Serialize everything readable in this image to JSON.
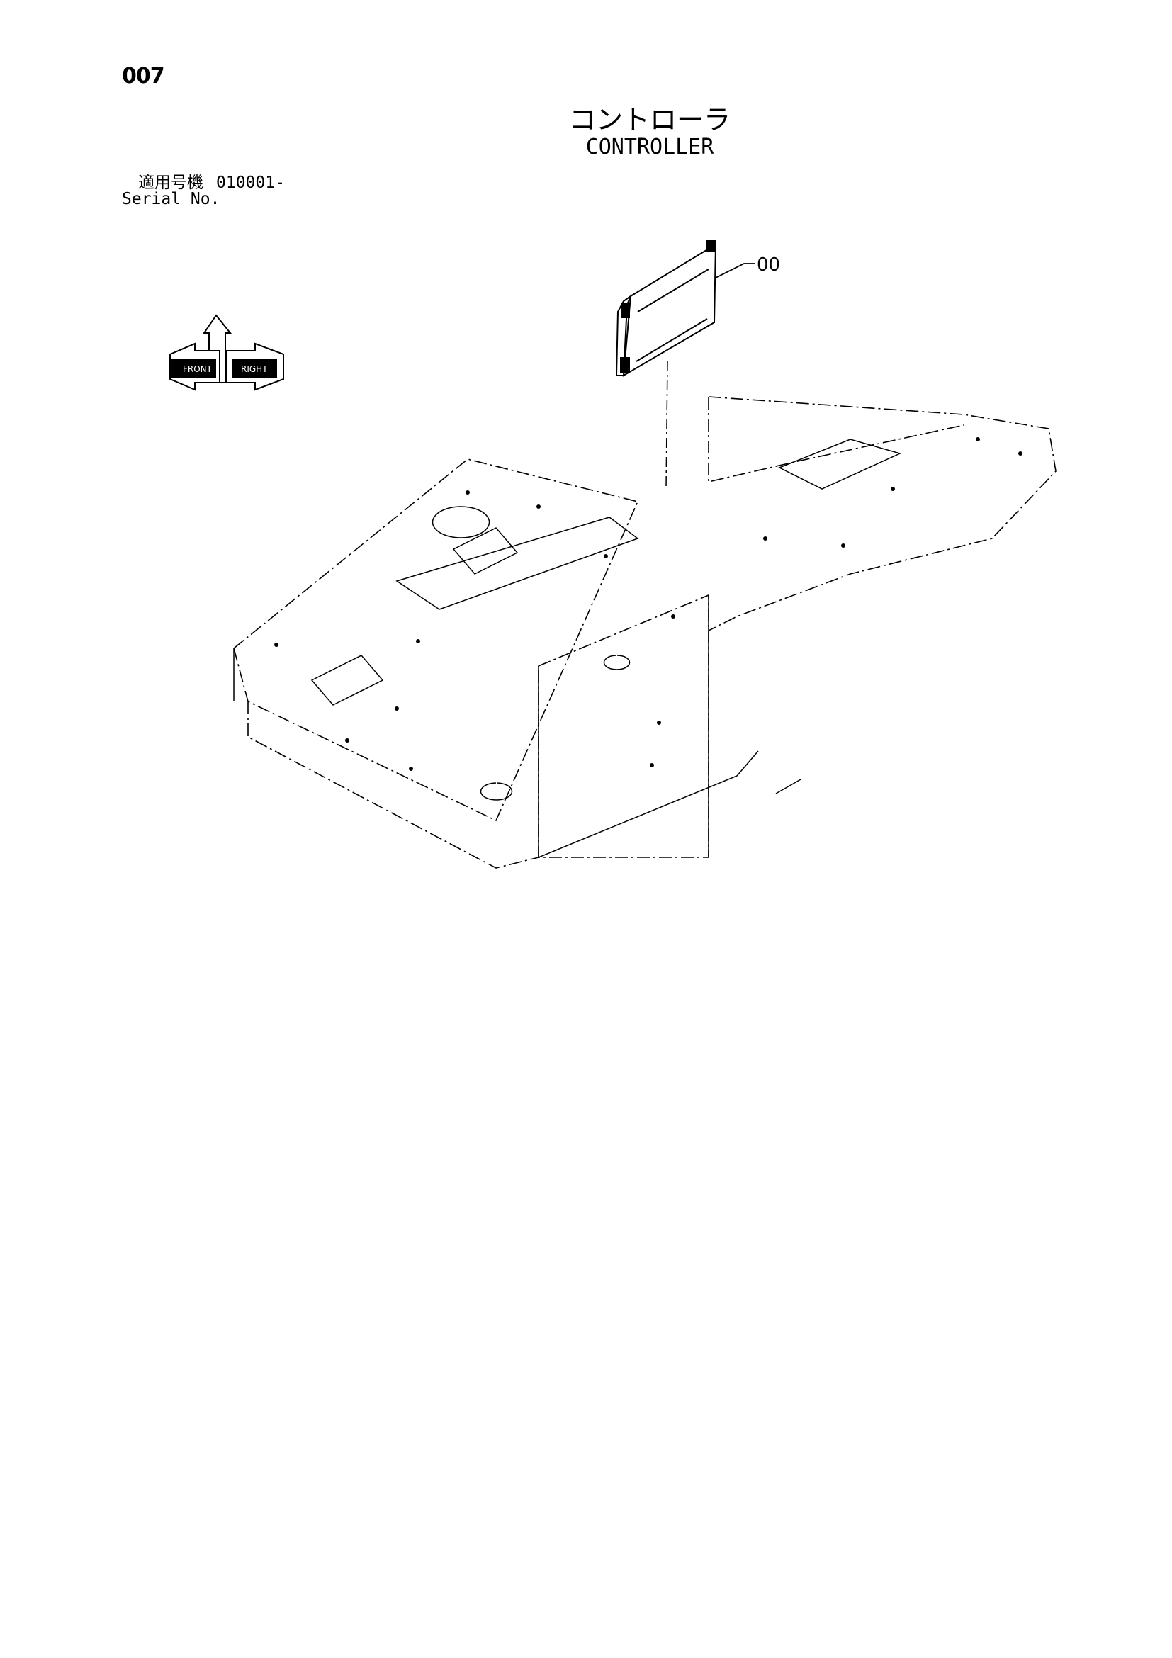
{
  "page": {
    "number": "007",
    "title_jp": "コントローラ",
    "title_en": "CONTROLLER"
  },
  "serial": {
    "label_jp": "適用号機",
    "value": "010001-",
    "label_en": "Serial No."
  },
  "drawing": {
    "callouts": [
      "00"
    ],
    "direction_arrows": {
      "left_label": "FRONT",
      "right_label": "RIGHT"
    }
  }
}
